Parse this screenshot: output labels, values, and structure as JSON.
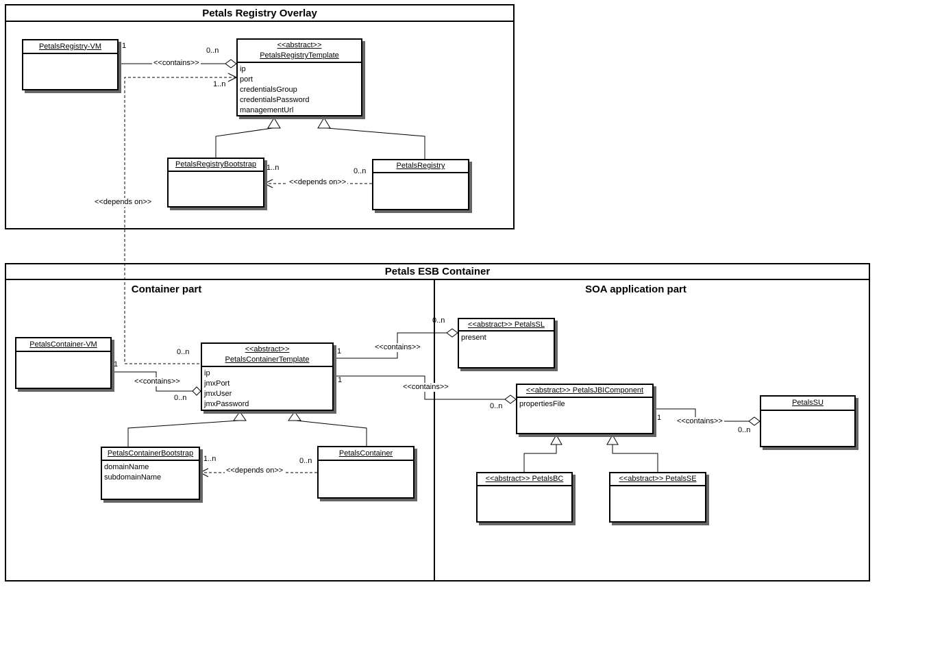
{
  "frames": {
    "registry": {
      "title": "Petals Registry Overlay"
    },
    "esb": {
      "title": "Petals ESB Container",
      "left_section": "Container part",
      "right_section": "SOA application part"
    }
  },
  "classes": {
    "registry_vm": {
      "name": "PetalsRegistry-VM",
      "attributes": []
    },
    "registry_template": {
      "stereotype": "<<abstract>>",
      "name": "PetalsRegistryTemplate",
      "attributes": [
        "ip",
        "port",
        "credentialsGroup",
        "credentialsPassword",
        "managementUrl"
      ]
    },
    "registry_bootstrap": {
      "name": "PetalsRegistryBootstrap",
      "attributes": []
    },
    "registry": {
      "name": "PetalsRegistry",
      "attributes": []
    },
    "container_vm": {
      "name": "PetalsContainer-VM",
      "attributes": []
    },
    "container_template": {
      "stereotype": "<<abstract>>",
      "name": "PetalsContainerTemplate",
      "attributes": [
        "ip",
        "jmxPort",
        "jmxUser",
        "jmxPassword"
      ]
    },
    "container_bootstrap": {
      "name": "PetalsContainerBootstrap",
      "attributes": [
        "domainName",
        "subdomainName"
      ]
    },
    "container": {
      "name": "PetalsContainer",
      "attributes": []
    },
    "petals_sl": {
      "title": "<<abstract>> PetalsSL",
      "attributes": [
        "present"
      ]
    },
    "jbi_component": {
      "title": "<<abstract>> PetalsJBIComponent",
      "attributes": [
        "propertiesFile"
      ]
    },
    "petals_su": {
      "name": "PetalsSU",
      "attributes": []
    },
    "petals_bc": {
      "title": "<<abstract>> PetalsBC",
      "attributes": []
    },
    "petals_se": {
      "title": "<<abstract>> PetalsSE",
      "attributes": []
    }
  },
  "labels": {
    "reg_contains_mult_vm": "1",
    "reg_contains_label": "<<contains>>",
    "reg_contains_mult_tpl": "0..n",
    "reg_tpl_depends_mult": "1..n",
    "reg_tpl_depends_label": "<<depends on>>",
    "reg_boot_depends_mult": "1..n",
    "reg_reg_depends_mult": "0..n",
    "reg_depends_label": "<<depends on>>",
    "cont_tpl_depends_mult": "0..n",
    "cont_contains_mult_vm": "1",
    "cont_contains_label": "<<contains>>",
    "cont_contains_mult_tpl": "0..n",
    "sl_contains_mult_tpl": "1",
    "sl_contains_label": "<<contains>>",
    "sl_contains_mult_sl": "0..n",
    "jbi_contains_mult_tpl": "1",
    "jbi_contains_label": "<<contains>>",
    "jbi_contains_mult_jbi": "0..n",
    "cboot_depends_mult": "1..n",
    "ccont_depends_mult": "0..n",
    "cont_depends_label": "<<depends on>>",
    "su_contains_mult_jbi": "1",
    "su_contains_label": "<<contains>>",
    "su_contains_mult_su": "0..n"
  },
  "colors": {
    "background": "#ffffff",
    "line": "#000000",
    "box_shadow": "#666666"
  }
}
